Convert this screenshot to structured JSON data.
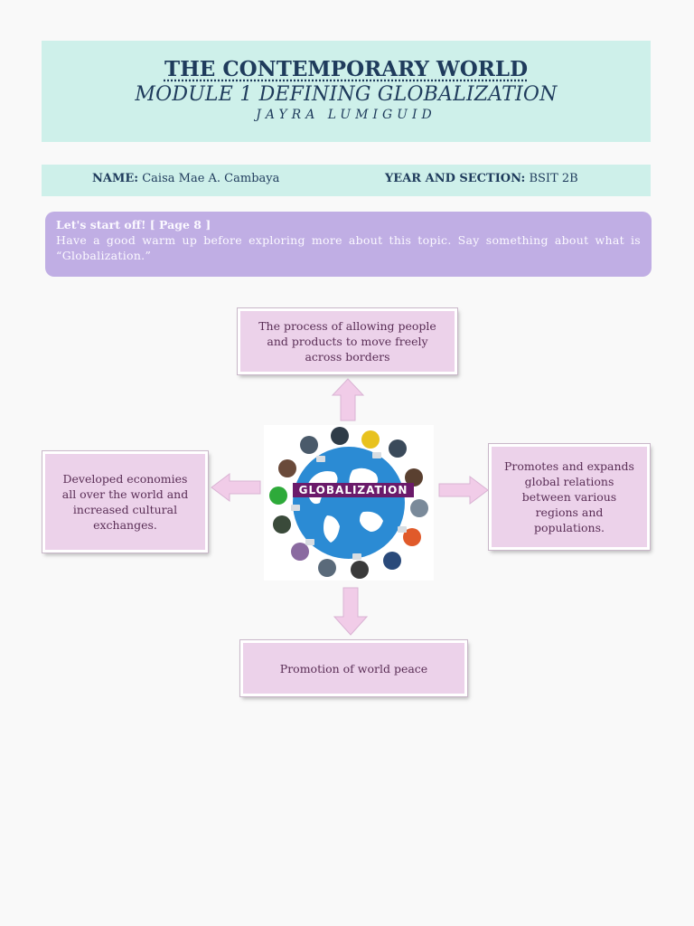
{
  "header": {
    "title": "THE CONTEMPORARY WORLD",
    "subtitle": "MODULE 1 DEFINING GLOBALIZATION",
    "author": "JAYRA LUMIGUID"
  },
  "info": {
    "name_label": "NAME:",
    "name_value": "Caisa Mae A. Cambaya",
    "year_label": "YEAR AND SECTION:",
    "year_value": "BSIT 2B"
  },
  "prompt": {
    "heading": "Let's start off!  [ Page 8 ]",
    "text": "Have a good warm up before exploring more about this topic. Say something about what is “Globalization.”"
  },
  "diagram": {
    "center_label": "GLOBALIZATION",
    "top": "The process of allowing people and products to move freely across borders",
    "left": "Developed economies all over the world and increased cultural exchanges.",
    "right": "Promotes and expands global relations between various regions and populations.",
    "bottom": "Promotion of world peace"
  },
  "colors": {
    "header_bg": "#cef0ea",
    "title_color": "#1f3b5c",
    "prompt_bg": "#c0aee4",
    "box_bg": "#ecd2ea",
    "arrow_fill": "#f1cce8",
    "hub_label_bg": "#6b1a6a",
    "globe_blue": "#2b8bd4"
  }
}
